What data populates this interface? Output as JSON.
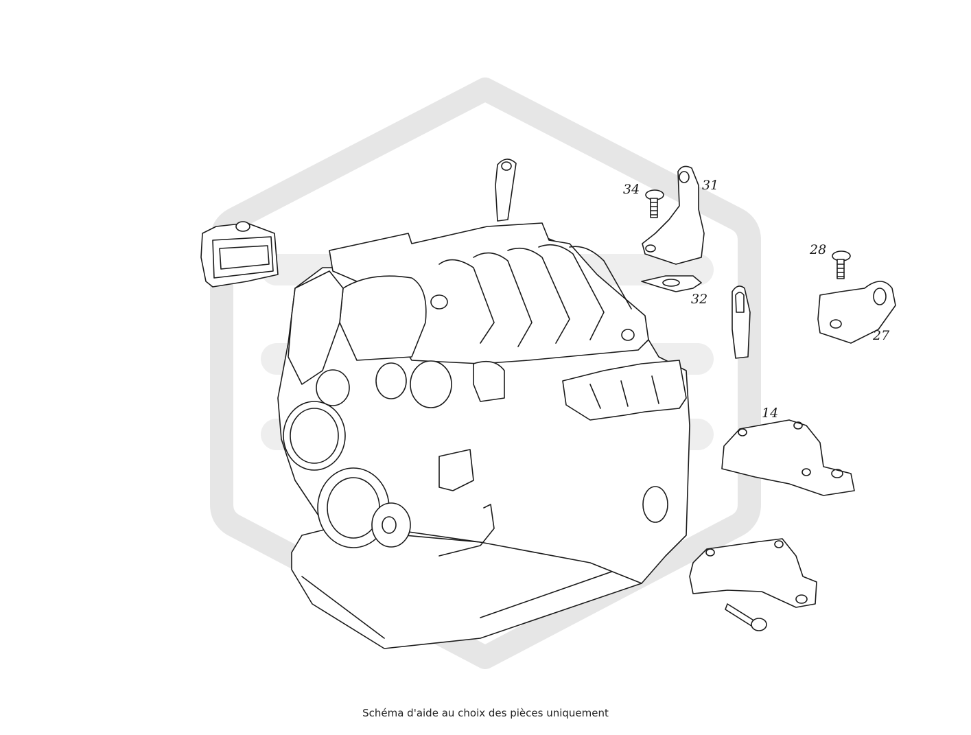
{
  "diagram": {
    "callouts": {
      "c34": "34",
      "c31": "31",
      "c32": "32",
      "c28": "28",
      "c27": "27",
      "c14": "14"
    }
  },
  "caption": "Schéma d'aide au choix des pièces uniquement",
  "colors": {
    "line": "#1a1a1a",
    "watermark": "#e6e6e6",
    "background": "#ffffff"
  }
}
